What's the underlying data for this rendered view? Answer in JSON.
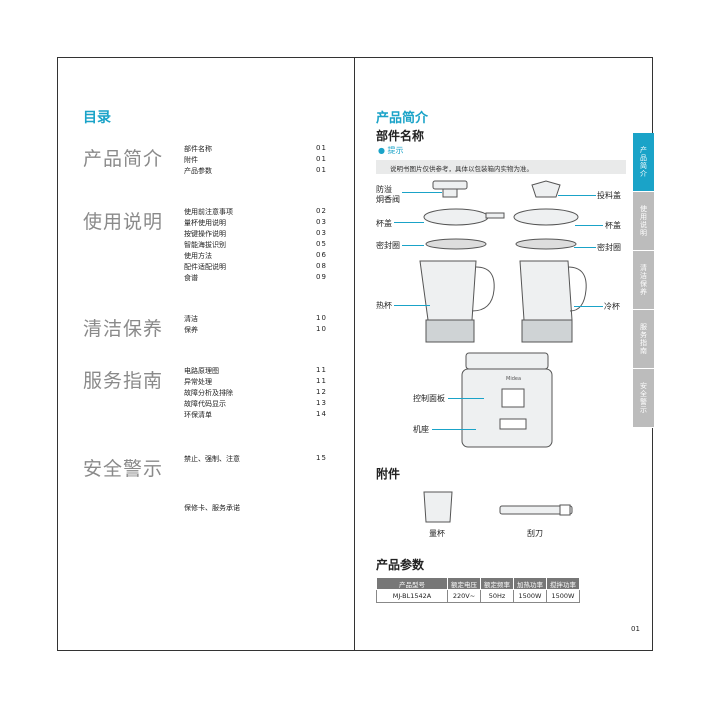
{
  "toc": {
    "title": "目录",
    "sections": [
      {
        "name": "产品简介",
        "entries": [
          {
            "text": "部件名称",
            "page": "01"
          },
          {
            "text": "附件",
            "page": "01"
          },
          {
            "text": "产品参数",
            "page": "01"
          }
        ]
      },
      {
        "name": "使用说明",
        "entries": [
          {
            "text": "使用前注意事项",
            "page": "02"
          },
          {
            "text": "量杯使用说明",
            "page": "03"
          },
          {
            "text": "按键操作说明",
            "page": "03"
          },
          {
            "text": "智能海拔识别",
            "page": "05"
          },
          {
            "text": "使用方法",
            "page": "06"
          },
          {
            "text": "配件适配说明",
            "page": "08"
          },
          {
            "text": "食谱",
            "page": "09"
          }
        ]
      },
      {
        "name": "清洁保养",
        "entries": [
          {
            "text": "清洁",
            "page": "10"
          },
          {
            "text": "保养",
            "page": "10"
          }
        ]
      },
      {
        "name": "服务指南",
        "entries": [
          {
            "text": "电路原理图",
            "page": "11"
          },
          {
            "text": "异常处理",
            "page": "11"
          },
          {
            "text": "故障分析及排除",
            "page": "12"
          },
          {
            "text": "故障代码显示",
            "page": "13"
          },
          {
            "text": "环保清单",
            "page": "14"
          }
        ]
      },
      {
        "name": "安全警示",
        "entries": [
          {
            "text": "禁止、强制、注意",
            "page": "15"
          }
        ]
      }
    ],
    "warranty": "保修卡、服务承诺"
  },
  "intro": {
    "title": "产品简介",
    "parts_heading": "部件名称",
    "tip_label": "提示",
    "tip_text": "说明书图片仅供参考，具体以包装箱内实物为准。",
    "labels": {
      "valve": "防溢\n炯香阀",
      "feed_cap": "投料盖",
      "lid_left": "杯盖",
      "lid_right": "杯盖",
      "seal_left": "密封圈",
      "seal_right": "密封圈",
      "hot_cup": "热杯",
      "cold_cup": "冷杯",
      "control_panel": "控制面板",
      "base": "机座"
    },
    "accessories_heading": "附件",
    "accessories": {
      "cup": "量杯",
      "scraper": "刮刀"
    },
    "params_heading": "产品参数",
    "spec_headers": [
      "产品型号",
      "额定电压",
      "额定频率",
      "加热功率",
      "搅拌功率"
    ],
    "spec_row": [
      "MJ-BL1542A",
      "220V~",
      "50Hz",
      "1500W",
      "1500W"
    ],
    "side_tabs": [
      "产品简介",
      "使用说明",
      "清洁保养",
      "服务指南",
      "安全警示"
    ],
    "page_number": "01",
    "brand": "Midea"
  },
  "colors": {
    "accent": "#1aa3c8",
    "tab_inactive": "#bcbcbc",
    "section_gray": "#8a8a8a"
  }
}
